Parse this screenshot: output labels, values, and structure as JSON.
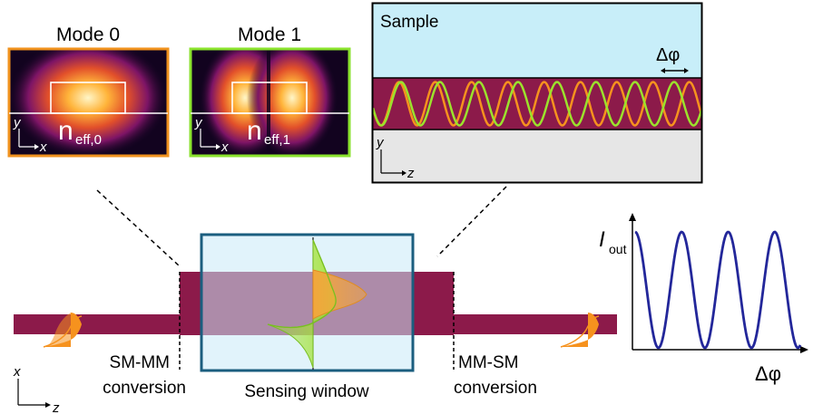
{
  "mode_panels": {
    "mode0": {
      "title": "Mode 0",
      "neff_base": "n",
      "neff_sub": "eff,0",
      "axis_y": "y",
      "axis_x": "x",
      "border_color": "#F0921E"
    },
    "mode1": {
      "title": "Mode 1",
      "neff_base": "n",
      "neff_sub": "eff,1",
      "axis_y": "y",
      "axis_x": "x",
      "border_color": "#8BE32E"
    }
  },
  "cross_section": {
    "sample_label": "Sample",
    "phase_label": "Δφ",
    "axis_y": "y",
    "axis_z": "z",
    "colors": {
      "sample": "#C8EEF9",
      "core": "#8C1A4A",
      "substrate": "#E6E6E6",
      "wave_orange": "#F6921E",
      "wave_green": "#9BE22C"
    }
  },
  "device": {
    "sensing_window_label": "Sensing window",
    "sm_mm_label_1": "SM-MM",
    "sm_mm_label_2": "conversion",
    "mm_sm_label_1": "MM-SM",
    "mm_sm_label_2": "conversion",
    "axis_x": "x",
    "axis_z": "z",
    "colors": {
      "waveguide": "#8C1A4A",
      "window_fill": "#C9EAF7",
      "window_border": "#1B5E7F",
      "pulse": "#F6921E",
      "mode_green": "#A3E235"
    }
  },
  "output_plot": {
    "y_base": "I",
    "y_sub": "out",
    "x_label": "Δφ",
    "curve_color": "#23279A"
  }
}
